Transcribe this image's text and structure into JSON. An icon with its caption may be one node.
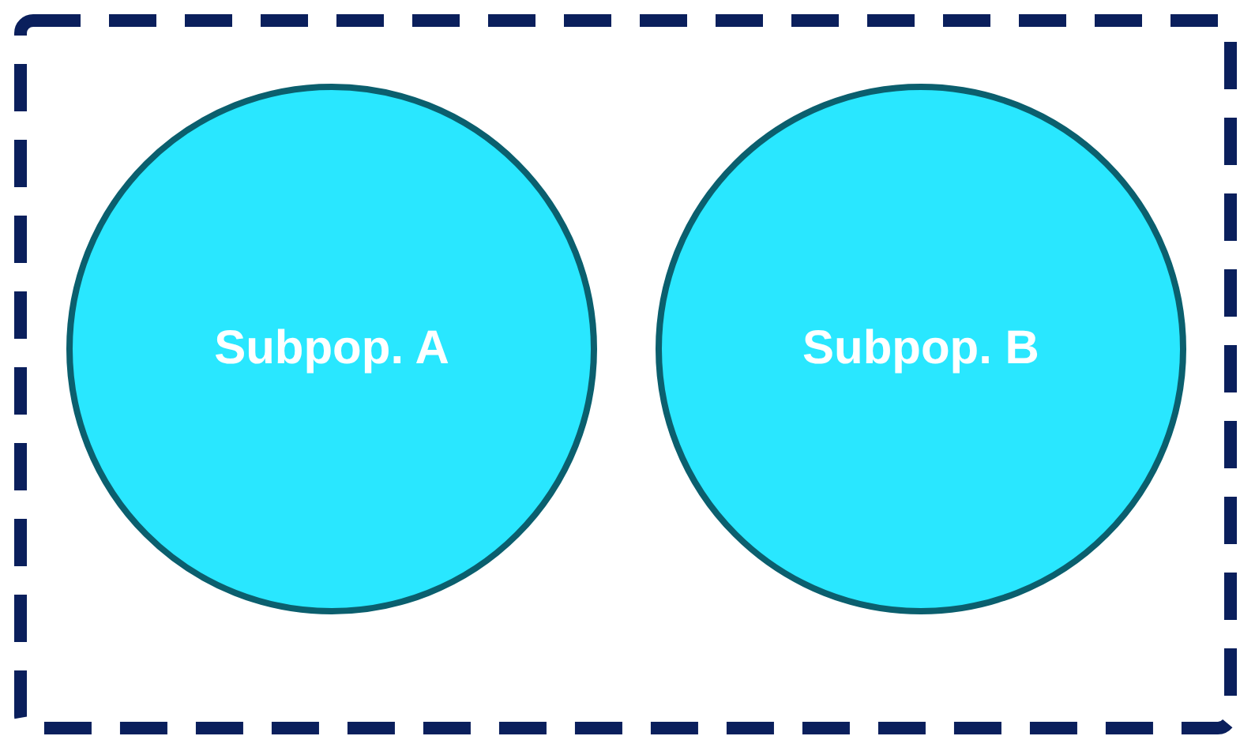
{
  "diagram": {
    "nodes": [
      {
        "text": [],
        "shape": "box"
      },
      {
        "text": [
          "Subpop. A"
        ],
        "in": 0
      },
      {
        "text": [
          "Subpop. B"
        ],
        "in": 0
      }
    ]
  }
}
